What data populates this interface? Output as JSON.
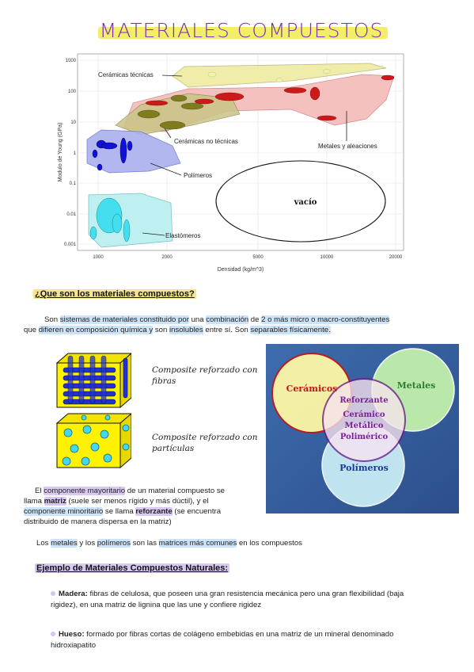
{
  "title": "MATERIALES COMPUESTOS",
  "chart": {
    "ylabel": "Modulo de Young (GPa)",
    "xlabel": "Densidad (kg/m^3)",
    "yticks": [
      "1000",
      "100",
      "10",
      "1",
      "0.1",
      "0.01",
      "0.001"
    ],
    "xticks": [
      "1000",
      "2000",
      "5000",
      "10000",
      "20000"
    ],
    "labels": {
      "ceramicas_tecnicas": "Cerámicas técnicas",
      "ceramicas_no_tecnicas": "Cerámicas no técnicas",
      "metales": "Metales y aleaciones",
      "polimeros": "Polímeros",
      "elastomeros": "Elastómeros",
      "vacio": "vacío"
    }
  },
  "section1": {
    "heading": "¿Que son los materiales compuestos?",
    "p1_1": "Son ",
    "p1_2": "sistemas de materiales constituido por",
    "p1_3": " una ",
    "p1_4": "combinación",
    "p1_5": " de ",
    "p1_6": "2 o más micro o macro-constituyentes",
    "p2_1": "que ",
    "p2_2": "difieren en composición química y",
    "p2_3": " son ",
    "p2_4": "insolubles",
    "p2_5": " entre sí. Son ",
    "p2_6": "separables físicamente."
  },
  "figures": {
    "fibras_label": "Composite reforzado con fibras",
    "particulas_label": "Composite reforzado con partículas"
  },
  "venn": {
    "ceramicos": "Cerámicos",
    "metales": "Metales",
    "polimeros": "Polímeros",
    "center_1": "Reforzante",
    "center_2": "Cerámico",
    "center_3": "Metálico",
    "center_4": "Polimérico"
  },
  "matriz_text": {
    "l1_1": "El ",
    "l1_2": "componente mayoritario",
    "l1_3": " de un material compuesto se",
    "l2_1": "llama ",
    "l2_2": "matriz",
    "l2_3": " (suele ser menos rígido y más dúctil), y el",
    "l3_1": "componente minoritario",
    "l3_2": " se llama ",
    "l3_3": "reforzante",
    "l3_4": " (se encuentra",
    "l4": "distribuido de manera dispersa en la matriz)"
  },
  "matrices_text": {
    "a": "Los ",
    "b": "metales",
    "c": " y los ",
    "d": "polímeros",
    "e": " son las ",
    "f": "matrices más comunes",
    "g": " en los compuestos"
  },
  "section2": {
    "heading": "Ejemplo de Materiales Compuestos Naturales:",
    "madera_title": "Madera:",
    "madera_l1": " fibras de celulosa, que poseen una gran resistencia mecánica pero una gran flexibilidad (baja",
    "madera_l2": "rigidez), en una matriz de lignina que las une y confiere rigidez",
    "hueso_title": "Hueso:",
    "hueso_l1": " formado por fibras cortas de colágeno embebidas en una matriz de un mineral denominado",
    "hueso_l2": "hidroxiapatito"
  }
}
